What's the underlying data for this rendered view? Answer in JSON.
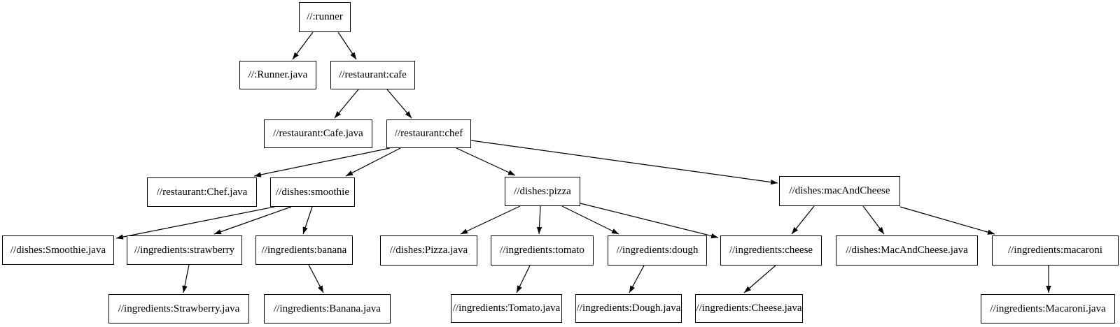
{
  "diagram": {
    "type": "build-dependency-graph",
    "colors": {
      "background": "#ffffff",
      "node_fill": "#ffffff",
      "node_border": "#000000",
      "edge": "#000000",
      "text": "#000000"
    },
    "nodes": [
      {
        "id": "runner",
        "label": "//:runner"
      },
      {
        "id": "runner_java",
        "label": "//:Runner.java"
      },
      {
        "id": "cafe",
        "label": "//restaurant:cafe"
      },
      {
        "id": "cafe_java",
        "label": "//restaurant:Cafe.java"
      },
      {
        "id": "chef",
        "label": "//restaurant:chef"
      },
      {
        "id": "chef_java",
        "label": "//restaurant:Chef.java"
      },
      {
        "id": "smoothie",
        "label": "//dishes:smoothie"
      },
      {
        "id": "pizza",
        "label": "//dishes:pizza"
      },
      {
        "id": "macandcheese",
        "label": "//dishes:macAndCheese"
      },
      {
        "id": "smoothie_java",
        "label": "//dishes:Smoothie.java"
      },
      {
        "id": "strawberry",
        "label": "//ingredients:strawberry"
      },
      {
        "id": "banana",
        "label": "//ingredients:banana"
      },
      {
        "id": "pizza_java",
        "label": "//dishes:Pizza.java"
      },
      {
        "id": "tomato",
        "label": "//ingredients:tomato"
      },
      {
        "id": "dough",
        "label": "//ingredients:dough"
      },
      {
        "id": "cheese",
        "label": "//ingredients:cheese"
      },
      {
        "id": "macandcheese_java",
        "label": "//dishes:MacAndCheese.java"
      },
      {
        "id": "macaroni",
        "label": "//ingredients:macaroni"
      },
      {
        "id": "strawberry_java",
        "label": "//ingredients:Strawberry.java"
      },
      {
        "id": "banana_java",
        "label": "//ingredients:Banana.java"
      },
      {
        "id": "tomato_java",
        "label": "//ingredients:Tomato.java"
      },
      {
        "id": "dough_java",
        "label": "//ingredients:Dough.java"
      },
      {
        "id": "cheese_java",
        "label": "//ingredients:Cheese.java"
      },
      {
        "id": "macaroni_java",
        "label": "//ingredients:Macaroni.java"
      }
    ],
    "edges": [
      {
        "from": "runner",
        "to": "runner_java"
      },
      {
        "from": "runner",
        "to": "cafe"
      },
      {
        "from": "cafe",
        "to": "cafe_java"
      },
      {
        "from": "cafe",
        "to": "chef"
      },
      {
        "from": "chef",
        "to": "chef_java"
      },
      {
        "from": "chef",
        "to": "smoothie"
      },
      {
        "from": "chef",
        "to": "pizza"
      },
      {
        "from": "chef",
        "to": "macandcheese"
      },
      {
        "from": "smoothie",
        "to": "smoothie_java"
      },
      {
        "from": "smoothie",
        "to": "strawberry"
      },
      {
        "from": "smoothie",
        "to": "banana"
      },
      {
        "from": "strawberry",
        "to": "strawberry_java"
      },
      {
        "from": "banana",
        "to": "banana_java"
      },
      {
        "from": "pizza",
        "to": "pizza_java"
      },
      {
        "from": "pizza",
        "to": "tomato"
      },
      {
        "from": "pizza",
        "to": "dough"
      },
      {
        "from": "pizza",
        "to": "cheese"
      },
      {
        "from": "macandcheese",
        "to": "cheese"
      },
      {
        "from": "macandcheese",
        "to": "macandcheese_java"
      },
      {
        "from": "macandcheese",
        "to": "macaroni"
      },
      {
        "from": "tomato",
        "to": "tomato_java"
      },
      {
        "from": "dough",
        "to": "dough_java"
      },
      {
        "from": "cheese",
        "to": "cheese_java"
      },
      {
        "from": "macaroni",
        "to": "macaroni_java"
      }
    ]
  }
}
